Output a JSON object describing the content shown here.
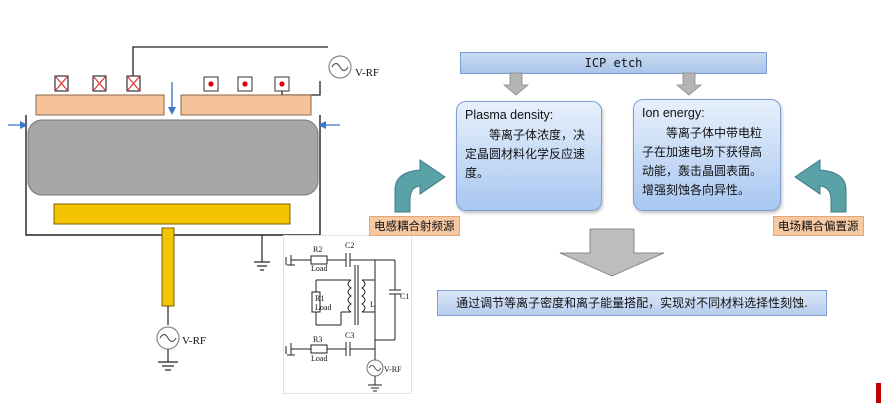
{
  "flow": {
    "title": "ICP etch",
    "plasma_card": {
      "heading": "Plasma density:",
      "body": "等离子体浓度，决定晶圆材料化学反应速度。"
    },
    "ion_card": {
      "heading": "Ion energy:",
      "body": "等离子体中带电粒子在加速电场下获得高动能，轰击晶圆表面。增强刻蚀各向异性。"
    },
    "left_source": "电感耦合射频源",
    "right_source": "电场耦合偏置源",
    "summary": "通过调节等离子密度和离子能量搭配，实现对不同材料选择性刻蚀."
  },
  "chamber": {
    "top_rf_label": "V-RF",
    "bottom_rf_label": "V-RF"
  },
  "circuit": {
    "r2": "R2",
    "r2_load": "Load",
    "c2": "C2",
    "r1": "R1",
    "r1_load": "Load",
    "l": "L",
    "c1": "C1",
    "r3": "R3",
    "r3_load": "Load",
    "c3": "C3",
    "rf": "V-RF"
  },
  "colors": {
    "coil_plate": "#f5c29a",
    "chamber_gray": "#a6a6a6",
    "electrode": "#f5c400",
    "card_blue": "#a9c7f1",
    "tag_orange": "#f6c9a2",
    "arrow_teal": "#5aa0a7",
    "accent_red": "#c00000"
  }
}
